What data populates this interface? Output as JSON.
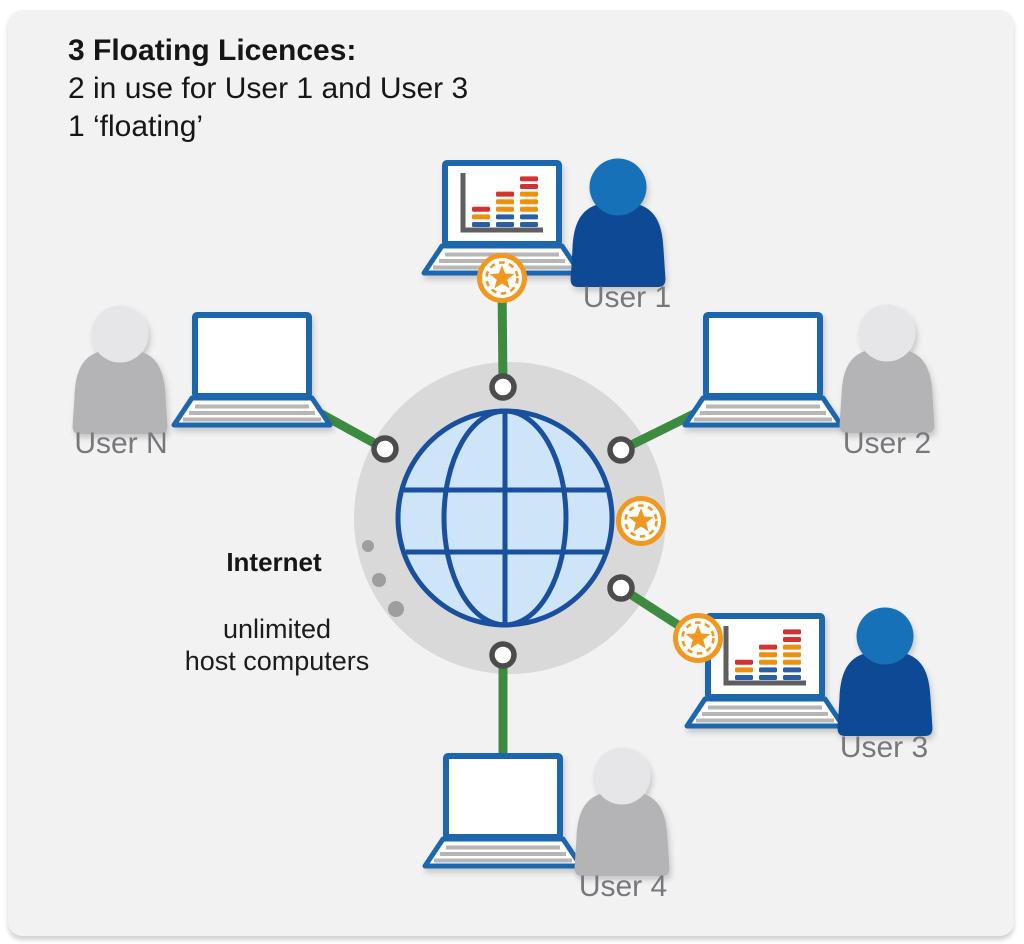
{
  "title": {
    "heading": "3 Floating Licences:",
    "detail_line_1": "2 in use for User 1 and User 3",
    "detail_line_2": "1 ‘floating’"
  },
  "licences": {
    "total": 3,
    "in_use": 2,
    "floating": 1,
    "in_use_by": [
      "User 1",
      "User 3"
    ]
  },
  "hub": {
    "label": "Internet",
    "sublabel_line_1": "unlimited",
    "sublabel_line_2": "host computers",
    "more_hosts_indicator": "ellipsis-dots"
  },
  "users": [
    {
      "label": "User 1",
      "licence_in_use": true,
      "laptop": "laptop-with-chart",
      "person_style": "active-blue"
    },
    {
      "label": "User 2",
      "licence_in_use": false,
      "laptop": "laptop-blank",
      "person_style": "idle-gray"
    },
    {
      "label": "User 3",
      "licence_in_use": true,
      "laptop": "laptop-with-chart",
      "person_style": "active-blue"
    },
    {
      "label": "User 4",
      "licence_in_use": false,
      "laptop": "laptop-blank",
      "person_style": "idle-gray"
    },
    {
      "label": "User N",
      "licence_in_use": false,
      "laptop": "laptop-blank",
      "person_style": "idle-gray"
    }
  ],
  "icons": {
    "globe": "internet-globe-icon",
    "licence_badge": "orange-star-coin-icon",
    "laptop": "laptop-icon",
    "person": "person-silhouette-icon",
    "connection_node": "white-circle-node",
    "screen_chart": "stacked-bar-chart-icon"
  },
  "colors": {
    "panel_bg": "#f2f2f3",
    "hub_circle": "#d9d9d9",
    "dots_gray": "#9e9e9e",
    "globe_fill": "#cde4f9",
    "globe_stroke": "#1a4f9e",
    "connection_green": "#3d8b40",
    "node_ring": "#4c4c4c",
    "licence_orange": "#f0981f",
    "laptop_blue": "#1a66ad",
    "keyboard_gray": "#b6b6b6",
    "axis_gray": "#5f5f5f",
    "bar_red": "#d23030",
    "bar_orange": "#ee8f10",
    "bar_blue": "#2a5fa5",
    "user_active_head": "#1271b8",
    "user_active_body": "#0d4a94",
    "user_idle_head": "#e6e6e8",
    "user_idle_body": "#b4b4b6",
    "label_gray": "#78787c",
    "text_dark": "#161616"
  }
}
